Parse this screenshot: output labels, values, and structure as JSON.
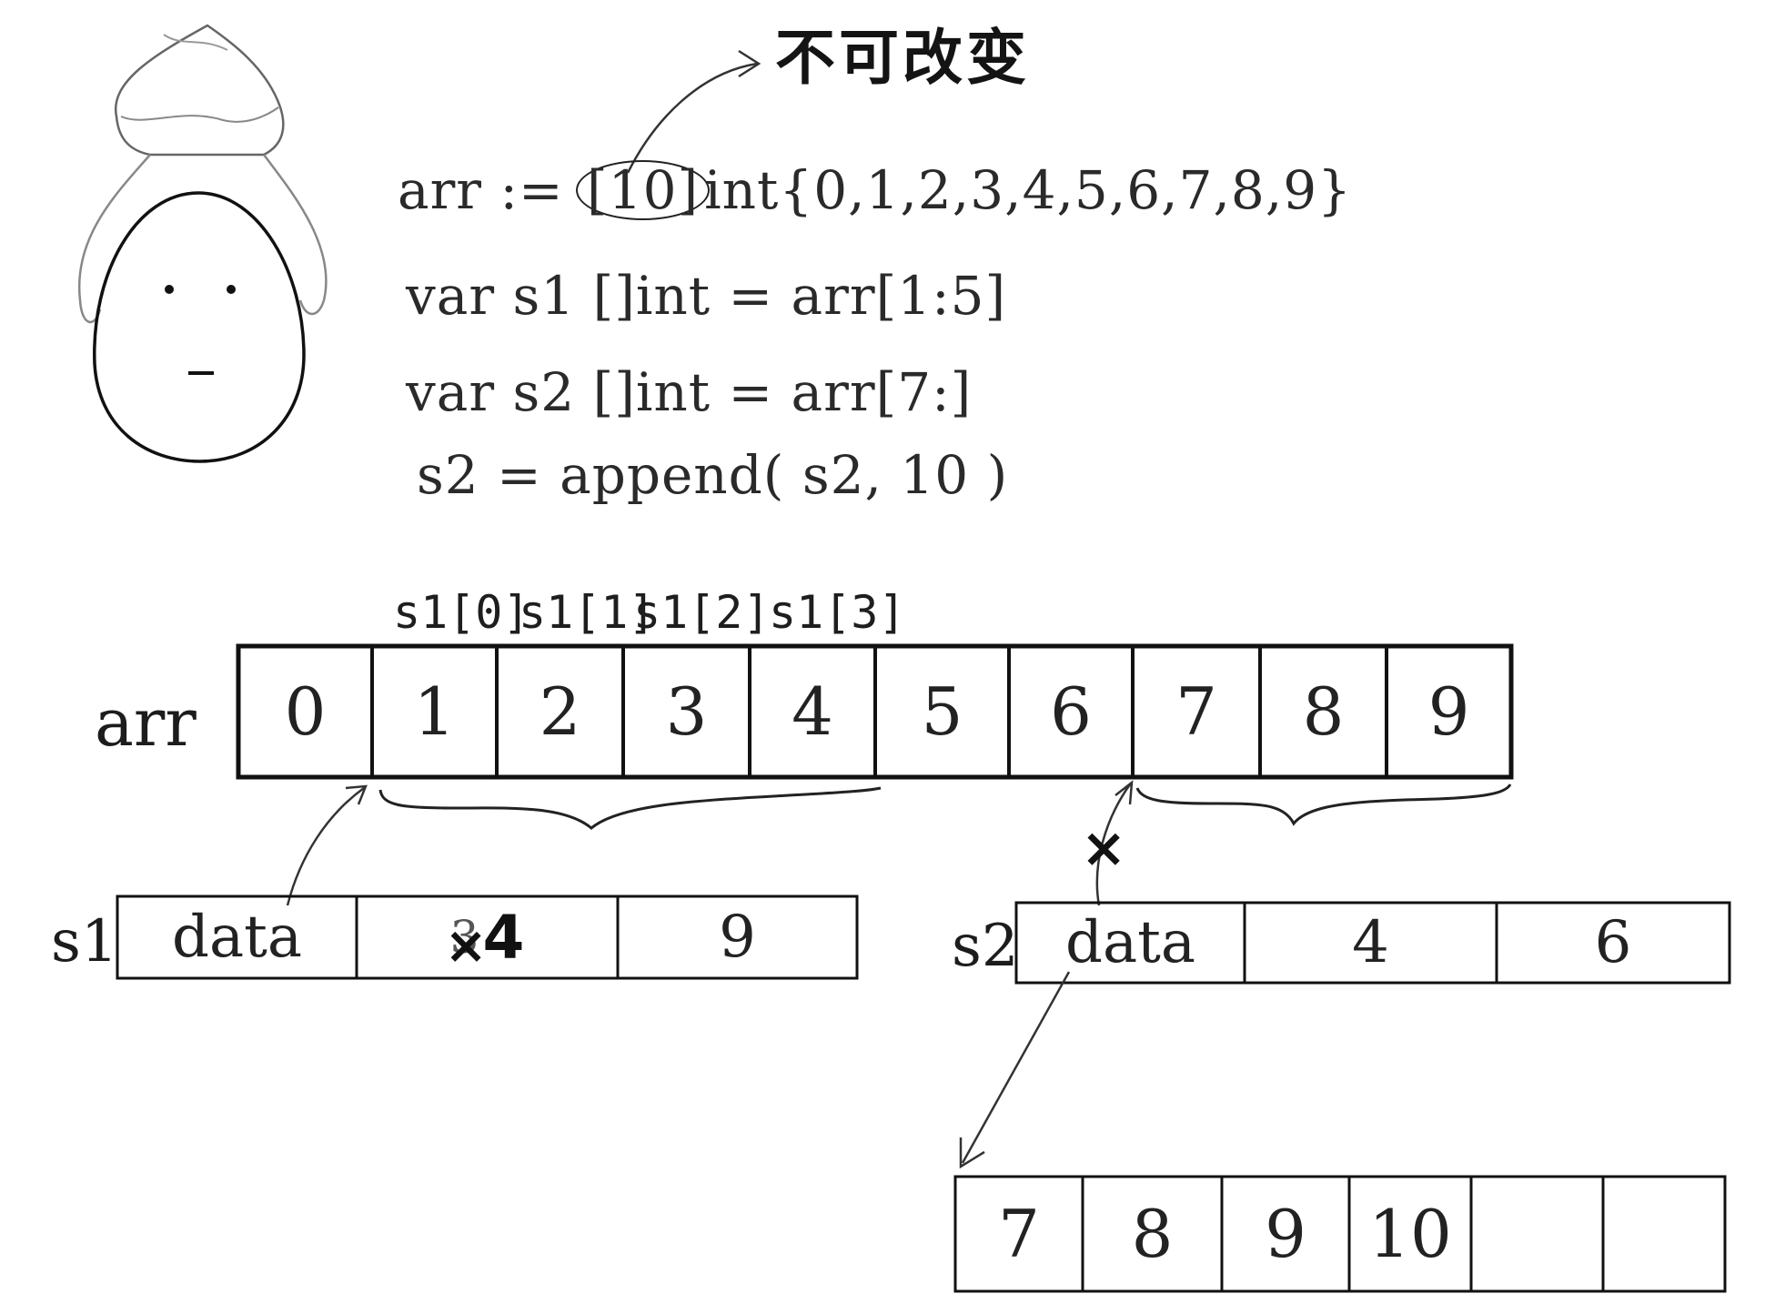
{
  "title": "不可改变",
  "code": {
    "line1": {
      "prefix": "arr := ",
      "circled": "[10]",
      "suffix": "int{0,1,2,3,4,5,6,7,8,9}"
    },
    "line2": "var s1 []int = arr[1:5]",
    "line3": "var s2 []int = arr[7:]",
    "line4": "s2 = append( s2, 10 )"
  },
  "s1_index_labels": [
    "s1[0]",
    "s1[1]",
    "s1[2]",
    "s1[3]"
  ],
  "arr": {
    "label": "arr",
    "values": [
      "0",
      "1",
      "2",
      "3",
      "4",
      "5",
      "6",
      "7",
      "8",
      "9"
    ]
  },
  "s1": {
    "label": "s1",
    "cells": {
      "data": "data",
      "len_old": "3",
      "len_new": "4",
      "cap": "9"
    }
  },
  "s2": {
    "label": "s2",
    "cells": {
      "data": "data",
      "len": "4",
      "cap": "6"
    }
  },
  "new_array": {
    "values": [
      "7",
      "8",
      "9",
      "10",
      "",
      ""
    ]
  },
  "marks": {
    "cross": "×"
  },
  "icons": [
    "egg-character-icon"
  ]
}
